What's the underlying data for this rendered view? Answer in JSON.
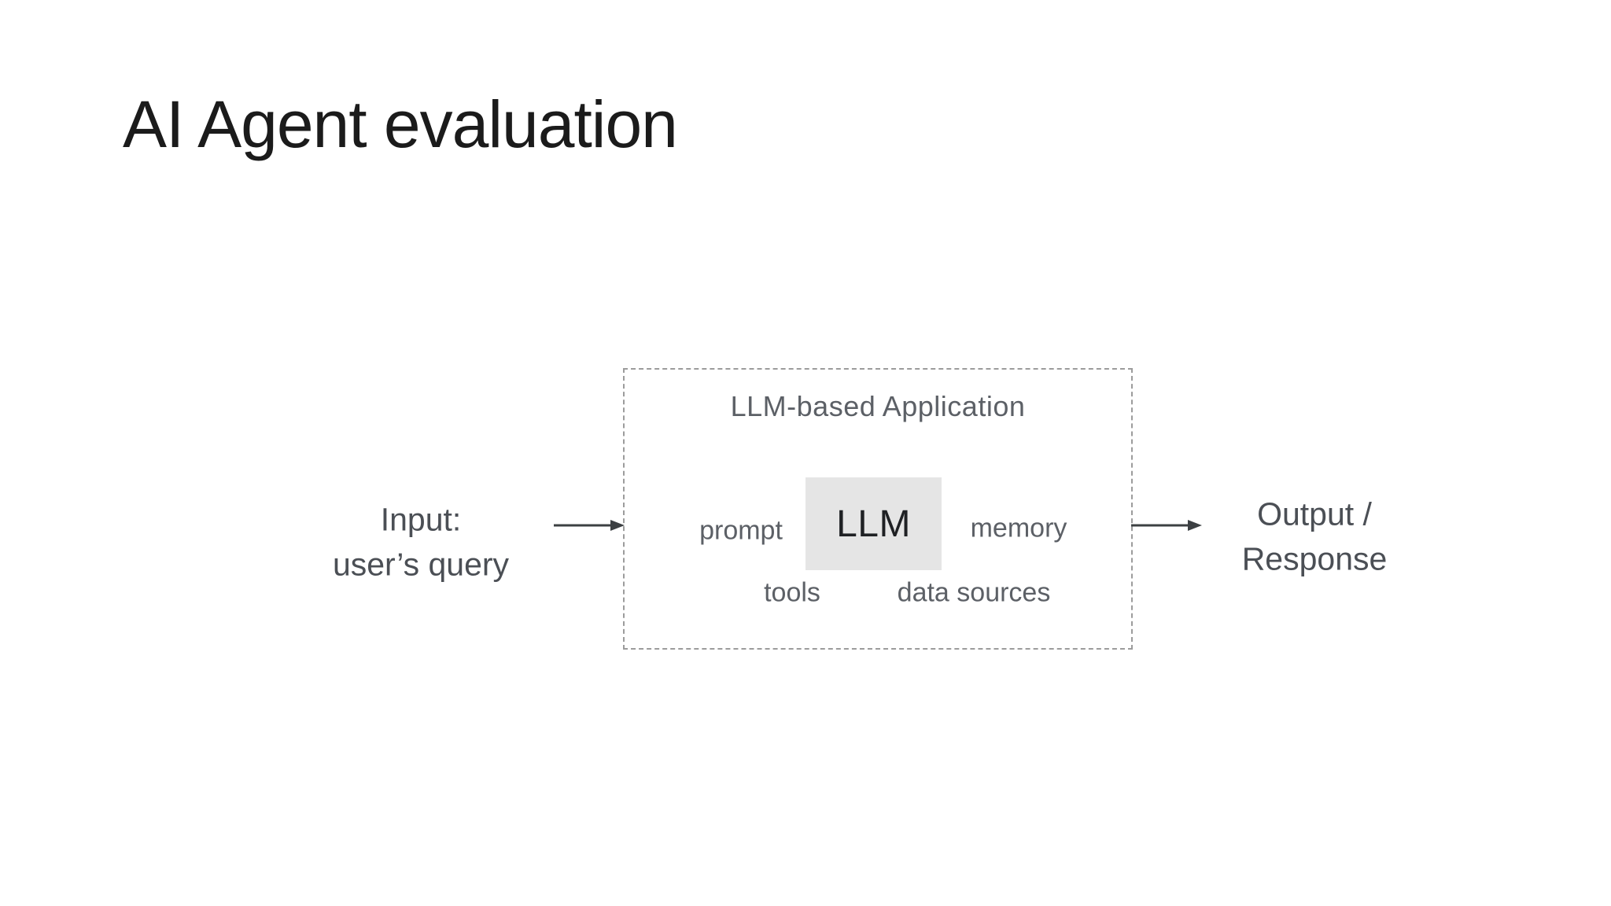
{
  "slide": {
    "title": "AI Agent evaluation"
  },
  "diagram": {
    "input": {
      "line1": "Input:",
      "line2": "user’s query"
    },
    "app_box": {
      "title": "LLM-based Application",
      "components": {
        "prompt": "prompt",
        "llm": "LLM",
        "memory": "memory",
        "tools": "tools",
        "data_sources": "data sources"
      }
    },
    "output": {
      "line1": "Output /",
      "line2": "Response"
    }
  },
  "colors": {
    "background": "#ffffff",
    "title_text": "#1b1b1b",
    "diagram_text": "#5c6066",
    "io_text": "#4b4f55",
    "box_border": "#9c9c9c",
    "llm_fill": "#e5e5e5",
    "llm_text": "#1f2124",
    "arrow": "#3c4043"
  }
}
